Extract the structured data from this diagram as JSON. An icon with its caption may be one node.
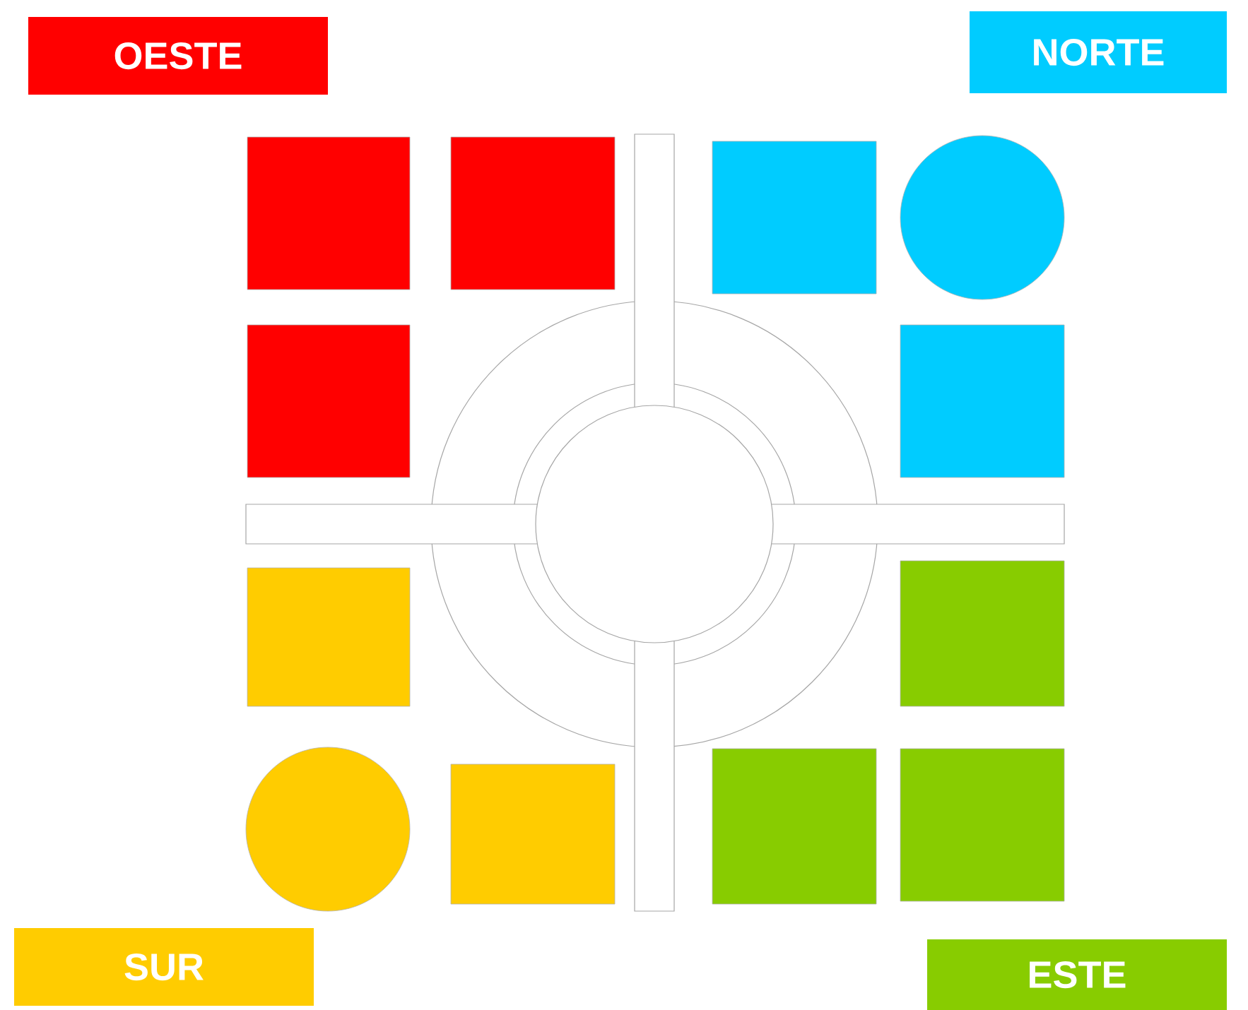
{
  "diagram": {
    "nodes": [
      {
        "text": [
          "OESTE"
        ]
      },
      {
        "text": [
          "NORTE"
        ]
      },
      {
        "text": [],
        "shape": "box"
      },
      {
        "text": [],
        "shape": "box"
      },
      {
        "text": [],
        "shape": "box"
      },
      {
        "text": [],
        "shape": "circle"
      },
      {
        "text": [],
        "shape": "box"
      },
      {
        "text": [],
        "shape": "box"
      },
      {
        "text": [],
        "shape": "box"
      },
      {
        "text": [],
        "shape": "box"
      },
      {
        "text": [],
        "shape": "circle"
      },
      {
        "text": [],
        "shape": "box"
      },
      {
        "text": [],
        "shape": "box"
      },
      {
        "text": [],
        "shape": "box"
      },
      {
        "text": [
          "SUR"
        ]
      },
      {
        "text": [
          "ESTE"
        ]
      }
    ]
  }
}
